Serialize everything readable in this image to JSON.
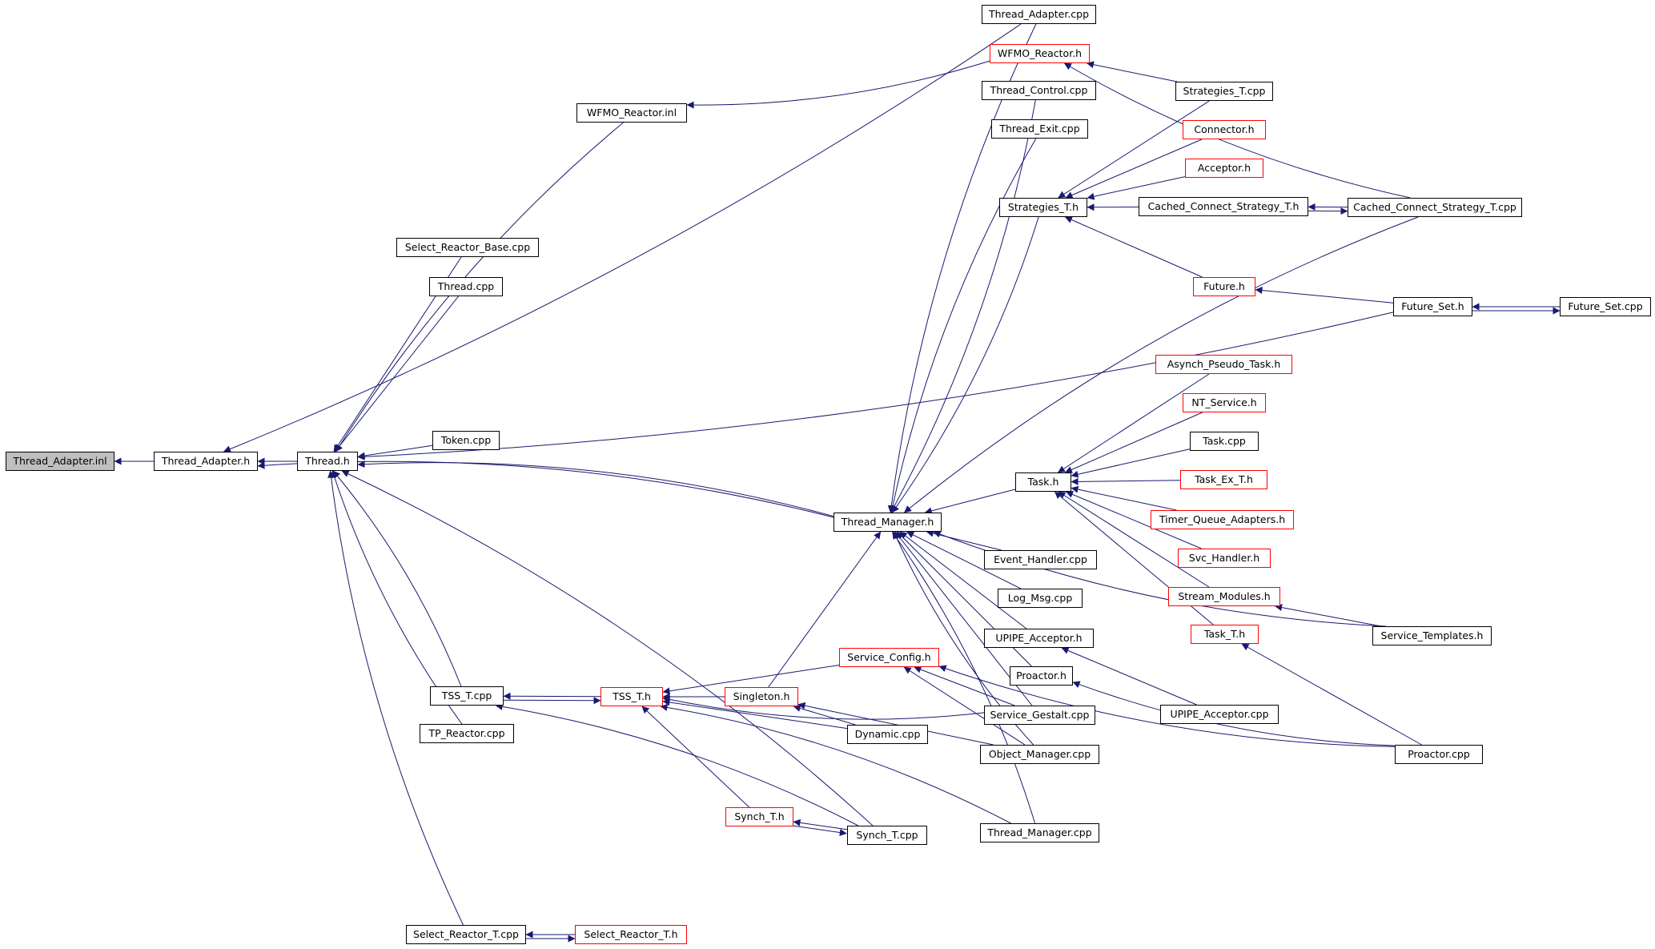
{
  "nodes": [
    {
      "id": "thread_adapter_inl",
      "label": "Thread_Adapter.inl",
      "style": "root"
    },
    {
      "id": "thread_adapter_h",
      "label": "Thread_Adapter.h",
      "style": "black"
    },
    {
      "id": "thread_h",
      "label": "Thread.h",
      "style": "black"
    },
    {
      "id": "thread_adapter_cpp",
      "label": "Thread_Adapter.cpp",
      "style": "black"
    },
    {
      "id": "wfmo_reactor_h",
      "label": "WFMO_Reactor.h",
      "style": "red"
    },
    {
      "id": "wfmo_reactor_inl",
      "label": "WFMO_Reactor.inl",
      "style": "black"
    },
    {
      "id": "thread_control_cpp",
      "label": "Thread_Control.cpp",
      "style": "black"
    },
    {
      "id": "strategies_t_cpp",
      "label": "Strategies_T.cpp",
      "style": "black"
    },
    {
      "id": "thread_exit_cpp",
      "label": "Thread_Exit.cpp",
      "style": "black"
    },
    {
      "id": "connector_h",
      "label": "Connector.h",
      "style": "red"
    },
    {
      "id": "acceptor_h",
      "label": "Acceptor.h",
      "style": "red"
    },
    {
      "id": "strategies_t_h",
      "label": "Strategies_T.h",
      "style": "black"
    },
    {
      "id": "cached_connect_strategy_t_h",
      "label": "Cached_Connect_Strategy_T.h",
      "style": "black"
    },
    {
      "id": "cached_connect_strategy_t_cpp",
      "label": "Cached_Connect_Strategy_T.cpp",
      "style": "black"
    },
    {
      "id": "select_reactor_base_cpp",
      "label": "Select_Reactor_Base.cpp",
      "style": "black"
    },
    {
      "id": "thread_cpp",
      "label": "Thread.cpp",
      "style": "black"
    },
    {
      "id": "future_h",
      "label": "Future.h",
      "style": "red"
    },
    {
      "id": "future_set_h",
      "label": "Future_Set.h",
      "style": "black"
    },
    {
      "id": "future_set_cpp",
      "label": "Future_Set.cpp",
      "style": "black"
    },
    {
      "id": "asynch_pseudo_task_h",
      "label": "Asynch_Pseudo_Task.h",
      "style": "red"
    },
    {
      "id": "nt_service_h",
      "label": "NT_Service.h",
      "style": "red"
    },
    {
      "id": "token_cpp",
      "label": "Token.cpp",
      "style": "black"
    },
    {
      "id": "task_cpp",
      "label": "Task.cpp",
      "style": "black"
    },
    {
      "id": "task_h",
      "label": "Task.h",
      "style": "black"
    },
    {
      "id": "task_ex_t_h",
      "label": "Task_Ex_T.h",
      "style": "red"
    },
    {
      "id": "thread_manager_h",
      "label": "Thread_Manager.h",
      "style": "black"
    },
    {
      "id": "timer_queue_adapters_h",
      "label": "Timer_Queue_Adapters.h",
      "style": "red"
    },
    {
      "id": "svc_handler_h",
      "label": "Svc_Handler.h",
      "style": "red"
    },
    {
      "id": "event_handler_cpp",
      "label": "Event_Handler.cpp",
      "style": "black"
    },
    {
      "id": "stream_modules_h",
      "label": "Stream_Modules.h",
      "style": "red"
    },
    {
      "id": "log_msg_cpp",
      "label": "Log_Msg.cpp",
      "style": "black"
    },
    {
      "id": "upipe_acceptor_h",
      "label": "UPIPE_Acceptor.h",
      "style": "black"
    },
    {
      "id": "task_t_h",
      "label": "Task_T.h",
      "style": "red"
    },
    {
      "id": "service_templates_h",
      "label": "Service_Templates.h",
      "style": "black"
    },
    {
      "id": "service_config_h",
      "label": "Service_Config.h",
      "style": "red"
    },
    {
      "id": "proactor_h",
      "label": "Proactor.h",
      "style": "black"
    },
    {
      "id": "tss_t_cpp",
      "label": "TSS_T.cpp",
      "style": "black"
    },
    {
      "id": "tss_t_h",
      "label": "TSS_T.h",
      "style": "red"
    },
    {
      "id": "singleton_h",
      "label": "Singleton.h",
      "style": "red"
    },
    {
      "id": "tp_reactor_cpp",
      "label": "TP_Reactor.cpp",
      "style": "black"
    },
    {
      "id": "dynamic_cpp",
      "label": "Dynamic.cpp",
      "style": "black"
    },
    {
      "id": "service_gestalt_cpp",
      "label": "Service_Gestalt.cpp",
      "style": "black"
    },
    {
      "id": "upipe_acceptor_cpp",
      "label": "UPIPE_Acceptor.cpp",
      "style": "black"
    },
    {
      "id": "object_manager_cpp",
      "label": "Object_Manager.cpp",
      "style": "black"
    },
    {
      "id": "proactor_cpp",
      "label": "Proactor.cpp",
      "style": "black"
    },
    {
      "id": "synch_t_h",
      "label": "Synch_T.h",
      "style": "red"
    },
    {
      "id": "thread_manager_cpp",
      "label": "Thread_Manager.cpp",
      "style": "black"
    },
    {
      "id": "synch_t_cpp",
      "label": "Synch_T.cpp",
      "style": "black"
    },
    {
      "id": "select_reactor_t_cpp",
      "label": "Select_Reactor_T.cpp",
      "style": "black"
    },
    {
      "id": "select_reactor_t_h",
      "label": "Select_Reactor_T.h",
      "style": "red"
    }
  ],
  "edges": [
    [
      "thread_adapter_h",
      "thread_adapter_inl"
    ],
    [
      "thread_h",
      "thread_adapter_h"
    ],
    [
      "thread_adapter_cpp",
      "thread_adapter_h"
    ],
    [
      "thread_manager_h",
      "thread_adapter_h"
    ],
    [
      "wfmo_reactor_h",
      "wfmo_reactor_inl"
    ],
    [
      "strategies_t_cpp",
      "wfmo_reactor_h"
    ],
    [
      "cached_connect_strategy_t_cpp",
      "wfmo_reactor_h"
    ],
    [
      "wfmo_reactor_inl",
      "thread_h"
    ],
    [
      "select_reactor_base_cpp",
      "thread_h"
    ],
    [
      "thread_cpp",
      "thread_h"
    ],
    [
      "token_cpp",
      "thread_h"
    ],
    [
      "thread_manager_h",
      "thread_h"
    ],
    [
      "future_set_h",
      "thread_h"
    ],
    [
      "tss_t_cpp",
      "thread_h"
    ],
    [
      "tp_reactor_cpp",
      "thread_h"
    ],
    [
      "synch_t_cpp",
      "thread_h"
    ],
    [
      "select_reactor_t_cpp",
      "thread_h"
    ],
    [
      "thread_adapter_cpp",
      "thread_manager_h"
    ],
    [
      "thread_control_cpp",
      "thread_manager_h"
    ],
    [
      "thread_exit_cpp",
      "thread_manager_h"
    ],
    [
      "strategies_t_h",
      "thread_manager_h"
    ],
    [
      "cached_connect_strategy_t_cpp",
      "thread_manager_h"
    ],
    [
      "task_h",
      "thread_manager_h"
    ],
    [
      "event_handler_cpp",
      "thread_manager_h"
    ],
    [
      "log_msg_cpp",
      "thread_manager_h"
    ],
    [
      "upipe_acceptor_h",
      "thread_manager_h"
    ],
    [
      "proactor_h",
      "thread_manager_h"
    ],
    [
      "service_gestalt_cpp",
      "thread_manager_h"
    ],
    [
      "object_manager_cpp",
      "thread_manager_h"
    ],
    [
      "thread_manager_cpp",
      "thread_manager_h"
    ],
    [
      "service_templates_h",
      "thread_manager_h"
    ],
    [
      "strategies_t_cpp",
      "strategies_t_h"
    ],
    [
      "connector_h",
      "strategies_t_h"
    ],
    [
      "acceptor_h",
      "strategies_t_h"
    ],
    [
      "cached_connect_strategy_t_h",
      "strategies_t_h"
    ],
    [
      "future_h",
      "strategies_t_h"
    ],
    [
      "cached_connect_strategy_t_cpp",
      "cached_connect_strategy_t_h"
    ],
    [
      "cached_connect_strategy_t_h",
      "cached_connect_strategy_t_cpp"
    ],
    [
      "future_set_h",
      "future_h"
    ],
    [
      "future_set_cpp",
      "future_set_h"
    ],
    [
      "future_set_h",
      "future_set_cpp"
    ],
    [
      "asynch_pseudo_task_h",
      "task_h"
    ],
    [
      "nt_service_h",
      "task_h"
    ],
    [
      "task_cpp",
      "task_h"
    ],
    [
      "task_ex_t_h",
      "task_h"
    ],
    [
      "timer_queue_adapters_h",
      "task_h"
    ],
    [
      "svc_handler_h",
      "task_h"
    ],
    [
      "stream_modules_h",
      "task_h"
    ],
    [
      "task_t_h",
      "task_h"
    ],
    [
      "service_templates_h",
      "stream_modules_h"
    ],
    [
      "proactor_cpp",
      "task_t_h"
    ],
    [
      "upipe_acceptor_cpp",
      "upipe_acceptor_h"
    ],
    [
      "proactor_cpp",
      "proactor_h"
    ],
    [
      "tss_t_h",
      "tss_t_cpp"
    ],
    [
      "tss_t_cpp",
      "tss_t_h"
    ],
    [
      "service_config_h",
      "tss_t_h"
    ],
    [
      "singleton_h",
      "tss_t_h"
    ],
    [
      "dynamic_cpp",
      "tss_t_h"
    ],
    [
      "synch_t_h",
      "tss_t_h"
    ],
    [
      "thread_manager_cpp",
      "tss_t_h"
    ],
    [
      "service_gestalt_cpp",
      "tss_t_h"
    ],
    [
      "synch_t_cpp",
      "tss_t_cpp"
    ],
    [
      "dynamic_cpp",
      "singleton_h"
    ],
    [
      "object_manager_cpp",
      "singleton_h"
    ],
    [
      "service_gestalt_cpp",
      "service_config_h"
    ],
    [
      "object_manager_cpp",
      "service_config_h"
    ],
    [
      "proactor_cpp",
      "service_config_h"
    ],
    [
      "synch_t_cpp",
      "synch_t_h"
    ],
    [
      "synch_t_h",
      "synch_t_cpp"
    ],
    [
      "select_reactor_t_h",
      "select_reactor_t_cpp"
    ],
    [
      "select_reactor_t_cpp",
      "select_reactor_t_h"
    ],
    [
      "singleton_h",
      "thread_manager_h"
    ]
  ],
  "colors": {
    "edge": "#191970",
    "node_border": "#000000",
    "highlight_border": "#ff0000",
    "root_fill": "#bfbfbf"
  }
}
